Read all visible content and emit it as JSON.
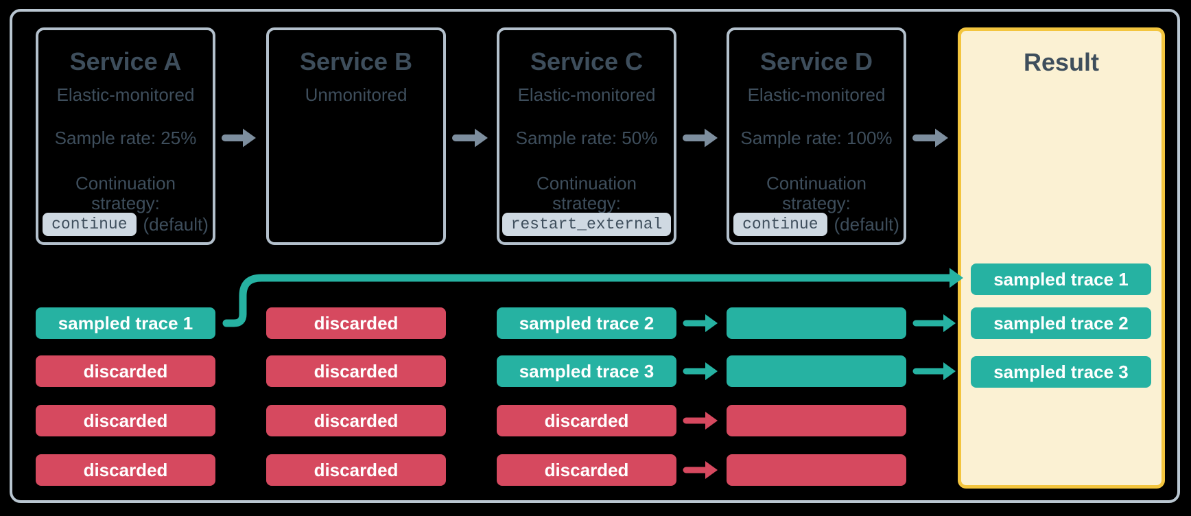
{
  "diagram": {
    "services": [
      {
        "title": "Service A",
        "monitoring": "Elastic-monitored",
        "sample_rate": "Sample rate: 25%",
        "continuation_line1": "Continuation",
        "continuation_line2": "strategy:",
        "strategy_code": "continue",
        "strategy_suffix": "(default)"
      },
      {
        "title": "Service B",
        "monitoring": "Unmonitored"
      },
      {
        "title": "Service C",
        "monitoring": "Elastic-monitored",
        "sample_rate": "Sample rate: 50%",
        "continuation_line1": "Continuation",
        "continuation_line2": "strategy:",
        "strategy_code": "restart_external",
        "strategy_suffix": ""
      },
      {
        "title": "Service D",
        "monitoring": "Elastic-monitored",
        "sample_rate": "Sample rate: 100%",
        "continuation_line1": "Continuation",
        "continuation_line2": "strategy:",
        "strategy_code": "continue",
        "strategy_suffix": "(default)"
      }
    ],
    "result": {
      "title": "Result",
      "pills": [
        {
          "label": "sampled trace 1",
          "status": "sampled"
        },
        {
          "label": "sampled trace 2",
          "status": "sampled"
        },
        {
          "label": "sampled trace 3",
          "status": "sampled"
        }
      ]
    },
    "trace_columns": [
      {
        "service": "Service A",
        "pills": [
          {
            "label": "sampled trace 1",
            "status": "sampled"
          },
          {
            "label": "discarded",
            "status": "discarded"
          },
          {
            "label": "discarded",
            "status": "discarded"
          },
          {
            "label": "discarded",
            "status": "discarded"
          }
        ]
      },
      {
        "service": "Service B",
        "pills": [
          {
            "label": "discarded",
            "status": "discarded"
          },
          {
            "label": "discarded",
            "status": "discarded"
          },
          {
            "label": "discarded",
            "status": "discarded"
          },
          {
            "label": "discarded",
            "status": "discarded"
          }
        ]
      },
      {
        "service": "Service C",
        "pills": [
          {
            "label": "sampled trace 2",
            "status": "sampled"
          },
          {
            "label": "sampled trace 3",
            "status": "sampled"
          },
          {
            "label": "discarded",
            "status": "discarded"
          },
          {
            "label": "discarded",
            "status": "discarded"
          }
        ]
      },
      {
        "service": "Service D",
        "pills": [
          {
            "label": "",
            "status": "sampled"
          },
          {
            "label": "",
            "status": "sampled"
          },
          {
            "label": "",
            "status": "discarded"
          },
          {
            "label": "",
            "status": "discarded"
          }
        ]
      }
    ],
    "colors": {
      "sampled": "#26b2a2",
      "discarded": "#d6495f",
      "flow_arrow": "#7d8e9e",
      "box_border": "#b3c0cc",
      "frame_border": "#b9c6d1",
      "text": "#3e4e5c",
      "result_bg": "#fbf1d3",
      "result_border": "#f3c53e",
      "chip_bg": "#cfd9e2",
      "pill_text": "#ffffff"
    }
  }
}
